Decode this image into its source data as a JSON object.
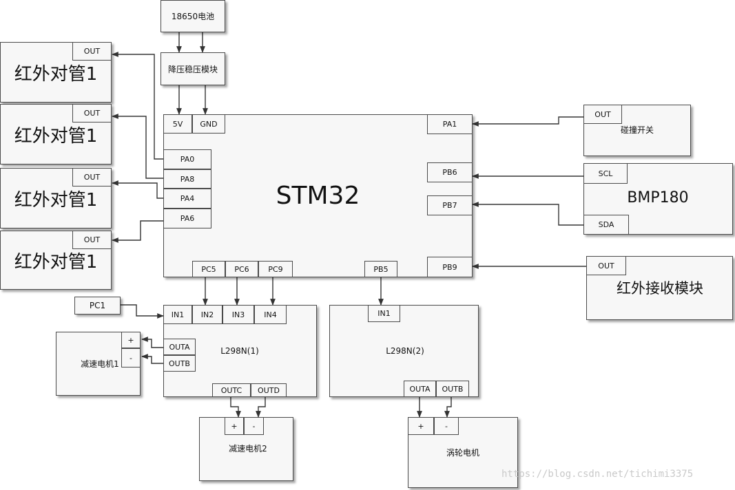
{
  "battery": {
    "label": "18650电池"
  },
  "regulator": {
    "label": "降压稳压模块"
  },
  "mcu": {
    "label": "STM32",
    "pins": {
      "v5": "5V",
      "gnd": "GND",
      "pa0": "PA0",
      "pa8": "PA8",
      "pa4": "PA4",
      "pa6": "PA6",
      "pa1": "PA1",
      "pb6": "PB6",
      "pb7": "PB7",
      "pb9": "PB9",
      "pc5": "PC5",
      "pc6": "PC6",
      "pc9": "PC9",
      "pb5": "PB5"
    }
  },
  "ir_sensors": [
    {
      "label": "红外对管1",
      "out": "OUT"
    },
    {
      "label": "红外对管1",
      "out": "OUT"
    },
    {
      "label": "红外对管1",
      "out": "OUT"
    },
    {
      "label": "红外对管1",
      "out": "OUT"
    }
  ],
  "collision_switch": {
    "label": "碰撞开关",
    "out": "OUT"
  },
  "bmp180": {
    "label": "BMP180",
    "scl": "SCL",
    "sda": "SDA"
  },
  "ir_receiver": {
    "label": "红外接收模块",
    "out": "OUT"
  },
  "pc1": {
    "label": "PC1"
  },
  "driver1": {
    "label": "L298N(1)",
    "in1": "IN1",
    "in2": "IN2",
    "in3": "IN3",
    "in4": "IN4",
    "outa": "OUTA",
    "outb": "OUTB",
    "outc": "OUTC",
    "outd": "OUTD"
  },
  "driver2": {
    "label": "L298N(2)",
    "in1": "IN1",
    "outa": "OUTA",
    "outb": "OUTB"
  },
  "motor1": {
    "label": "减速电机1",
    "plus": "+",
    "minus": "-"
  },
  "motor2": {
    "label": "减速电机2",
    "plus": "+",
    "minus": "-"
  },
  "turbine": {
    "label": "涡轮电机",
    "plus": "+",
    "minus": "-"
  },
  "watermark": "https://blog.csdn.net/tichimi3375"
}
